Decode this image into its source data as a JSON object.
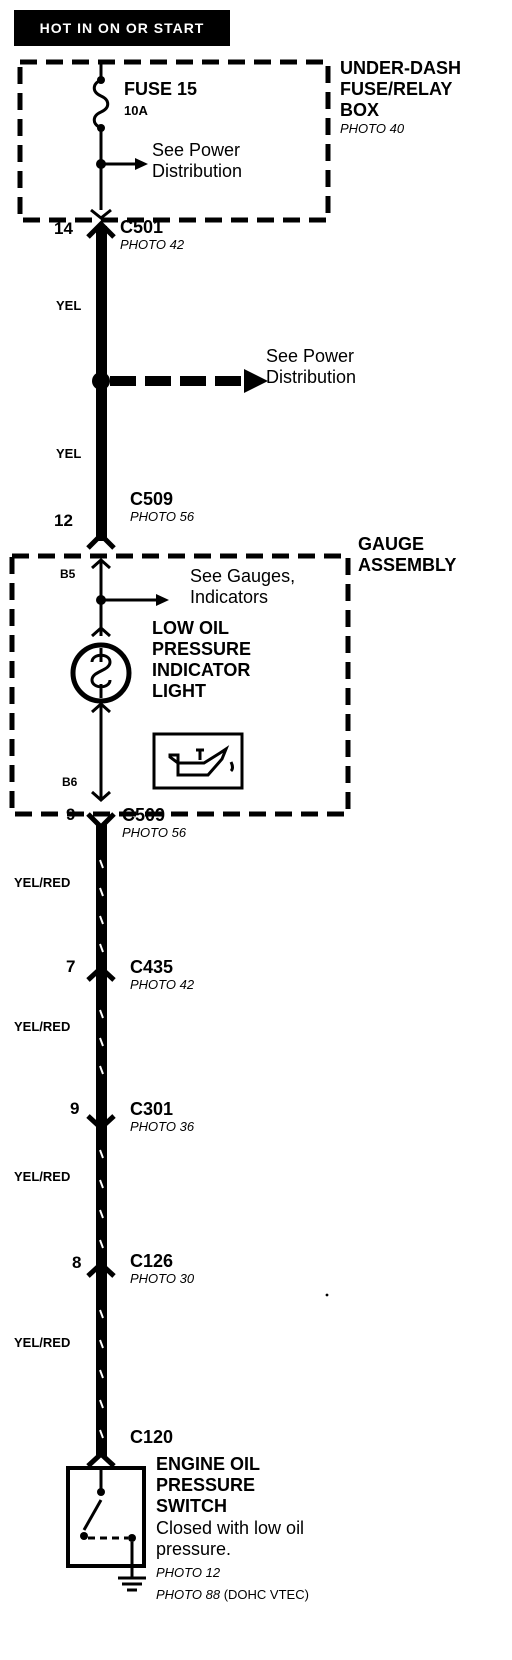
{
  "header": {
    "hot": "HOT IN ON OR START"
  },
  "fuse_box": {
    "name": "UNDER-DASH\nFUSE/RELAY\nBOX",
    "photo": "PHOTO 40",
    "fuse": "FUSE 15",
    "rating": "10A",
    "see": "See Power\nDistribution"
  },
  "splice": {
    "see": "See Power\nDistribution"
  },
  "gauge": {
    "name": "GAUGE\nASSEMBLY",
    "pin_top": "B5",
    "pin_bottom": "B6",
    "see": "See Gauges,\nIndicators",
    "light": "LOW OIL\nPRESSURE\nINDICATOR\nLIGHT"
  },
  "wires": {
    "yel": "YEL",
    "yel_red": "YEL/RED"
  },
  "connectors": [
    {
      "name": "C501",
      "photo": "PHOTO 42",
      "pin": "14"
    },
    {
      "name": "C509",
      "photo": "PHOTO 56",
      "pin": "12"
    },
    {
      "name": "C509",
      "photo": "PHOTO 56",
      "pin": "9"
    },
    {
      "name": "C435",
      "photo": "PHOTO 42",
      "pin": "7"
    },
    {
      "name": "C301",
      "photo": "PHOTO 36",
      "pin": "9"
    },
    {
      "name": "C126",
      "photo": "PHOTO 30",
      "pin": "8"
    },
    {
      "name": "C120"
    }
  ],
  "switch": {
    "name": "ENGINE OIL\nPRESSURE\nSWITCH",
    "note": "Closed with low oil\npressure.",
    "photo1": "PHOTO 12",
    "photo2": "PHOTO 88",
    "photo2_note": "(DOHC VTEC)"
  }
}
